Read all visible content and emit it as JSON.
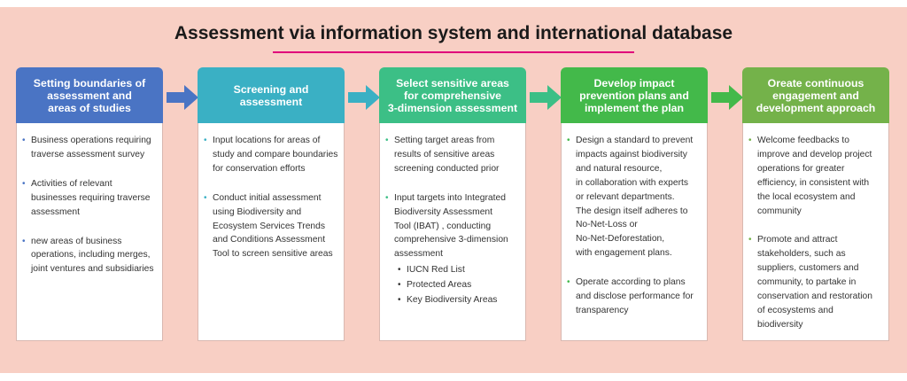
{
  "title": "Assessment via information system and international database",
  "colors": {
    "background": "#f8cfc4",
    "title_rule": "#e0007a",
    "step1": "#4a74c4",
    "step2": "#3ab0c4",
    "step3": "#3cbf86",
    "step4": "#43b94a",
    "step5": "#74b24a"
  },
  "steps": [
    {
      "heading": "Setting boundaries of\nassessment and\nareas of  studies",
      "bullets": [
        {
          "text": "Business operations requiring\ntraverse assessment survey"
        },
        {
          "text": "Activities of relevant\nbusinesses requiring traverse\nassessment"
        },
        {
          "text": "new areas of business\noperations, including merges,\njoint ventures and subsidiaries"
        }
      ]
    },
    {
      "heading": "Screening and\nassessment",
      "bullets": [
        {
          "text": "Input locations for areas of\nstudy and compare boundaries\nfor conservation efforts"
        },
        {
          "text": "Conduct initial assessment\nusing Biodiversity and\nEcosystem Services Trends\nand Conditions Assessment\nTool to screen sensitive areas"
        }
      ]
    },
    {
      "heading": "Select sensitive areas\nfor comprehensive\n3-dimension assessment",
      "bullets": [
        {
          "text": "Setting target areas from\nresults of sensitive areas\nscreening conducted prior"
        },
        {
          "text": "Input targets into Integrated\nBiodiversity Assessment\nTool (IBAT) , conducting\ncomprehensive 3-dimension\nassessment",
          "sub": [
            "IUCN Red List",
            "Protected Areas",
            "Key Biodiversity Areas"
          ]
        }
      ]
    },
    {
      "heading": "Develop impact\nprevention plans and\nimplement the plan",
      "bullets": [
        {
          "text": "Design a standard to prevent\nimpacts against biodiversity\nand natural resource,\nin collaboration with experts\nor relevant departments.\nThe design itself adheres to\nNo-Net-Loss or\nNo-Net-Deforestation,\nwith engagement plans."
        },
        {
          "text": "Operate according to plans\nand disclose performance for\ntransparency"
        }
      ]
    },
    {
      "heading": "Oreate continuous\nengagement and\ndevelopment approach",
      "bullets": [
        {
          "text": "Welcome feedbacks to\nimprove and develop project\noperations for greater\nefficiency, in consistent with\nthe local ecosystem and\ncommunity"
        },
        {
          "text": "Promote and attract\nstakeholders, such as\nsuppliers, customers and\ncommunity, to partake in\nconservation and restoration\nof ecosystems and\nbiodiversity"
        }
      ]
    }
  ]
}
